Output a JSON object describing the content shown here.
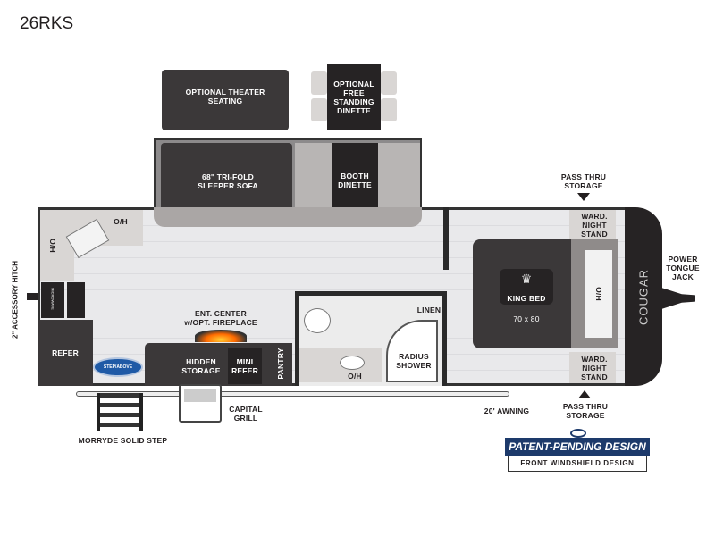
{
  "title": "26RKS",
  "labels": {
    "theater": "OPTIONAL THEATER SEATING",
    "dinette_opt": "OPTIONAL FREE STANDING DINETTE",
    "sofa": "68\" TRI-FOLD SLEEPER SOFA",
    "booth": "BOOTH DINETTE",
    "oh": "O/H",
    "hitch": "2\" ACCESSORY HITCH",
    "microwave": "MICROWAVE",
    "refer": "REFER",
    "stepabove": "STEP/ABOVE",
    "ent": "ENT. CENTER w/OPT. FIREPLACE",
    "hidden": "HIDDEN STORAGE",
    "mini": "MINI REFER",
    "pantry": "PANTRY",
    "linen": "LINEN",
    "shower": "RADIUS SHOWER",
    "king": "KING BED",
    "size": "70 x 80",
    "ward": "WARD. NIGHT STAND",
    "pass": "PASS THRU STORAGE",
    "jack": "POWER TONGUE JACK",
    "cougar": "COUGAR",
    "awning": "20' AWNING",
    "grill": "CAPITAL GRILL",
    "step": "MORRYDE SOLID STEP",
    "patent": "PATENT-PENDING DESIGN",
    "windshield": "FRONT WINDSHIELD DESIGN"
  }
}
